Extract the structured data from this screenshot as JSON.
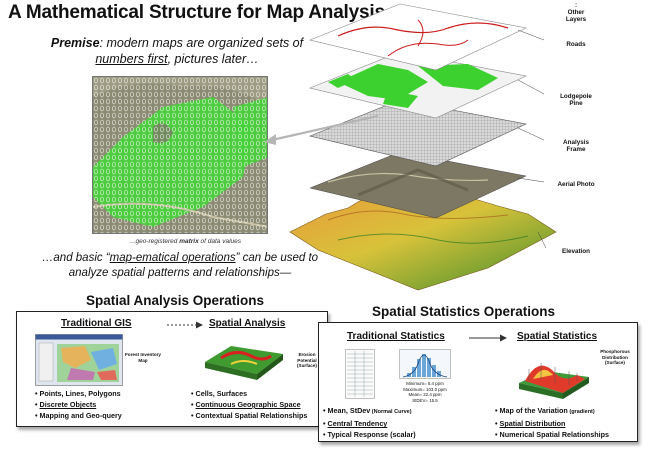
{
  "title": "A Mathematical Structure for Map Analysis",
  "premise": {
    "lead": "Premise",
    "line1_rest": ": modern maps are organized sets of",
    "line2_u": "numbers first",
    "line2_rest": ", pictures later…"
  },
  "matrix_caption": {
    "pre": "…geo-registered ",
    "bold": "matrix",
    "post": " of data values"
  },
  "basic": {
    "line1_a": "…and basic “",
    "line1_u": "map-ematical operations",
    "line1_b": "” can be used to",
    "line2": "analyze spatial patterns and relationships—"
  },
  "layers": {
    "other": [
      ":",
      "Other",
      "Layers"
    ],
    "roads": [
      "Roads"
    ],
    "lodgepole": [
      "Lodgepole",
      "Pine"
    ],
    "frame": [
      "Analysis",
      "Frame"
    ],
    "photo": [
      "Aerial Photo"
    ],
    "elevation": [
      "Elevation"
    ]
  },
  "spatial_analysis_ops": {
    "heading": "Spatial Analysis Operations",
    "left": {
      "heading": "Traditional GIS",
      "thumb_caption": [
        "Forest Inventory",
        "Map"
      ],
      "bullets": [
        {
          "text": "Points, Lines, Polygons",
          "underline": false
        },
        {
          "text": "Discrete Objects",
          "underline": true
        },
        {
          "text": "Mapping and Geo-query",
          "underline": false
        }
      ]
    },
    "right": {
      "heading": "Spatial Analysis",
      "thumb_caption": [
        "Erosion",
        "Potential",
        "(Surface)"
      ],
      "bullets": [
        {
          "text": "Cells, Surfaces",
          "underline": false
        },
        {
          "text": "Continuous Geographic Space",
          "underline": true
        },
        {
          "text": "Contextual Spatial Relationships",
          "underline": false
        }
      ]
    }
  },
  "spatial_stats_ops": {
    "heading": "Spatial Statistics Operations",
    "left": {
      "heading": "Traditional Statistics",
      "stats_lines": [
        "Minimum= 5.4 ppm",
        "Maximum= 103.0 ppm",
        "Mean= 22.4 ppm",
        "StDEV= 15.5"
      ],
      "bullets": [
        {
          "text": "Mean, StDev",
          "extra": " (Normal Curve)",
          "underline": false
        },
        {
          "text": "Central Tendency",
          "extra": "",
          "underline": true
        },
        {
          "text": "Typical Response (scalar)",
          "extra": "",
          "underline": false
        }
      ]
    },
    "right": {
      "heading": "Spatial Statistics",
      "thumb_caption": [
        "Phosphorous",
        "Distribution",
        "(Surface)"
      ],
      "bullets": [
        {
          "text": "Map of the Variation",
          "extra": " (gradient)",
          "underline": false
        },
        {
          "text": "Spatial Distribution",
          "extra": "",
          "underline": true
        },
        {
          "text": "Numerical Spatial Relationships",
          "extra": "",
          "underline": false
        }
      ]
    }
  },
  "bullet_char": "•",
  "colors": {
    "green": "#3cd12e",
    "road_red": "#cc1a1a",
    "terrain_orange": "#d9822b",
    "terrain_green": "#3f8f2a",
    "photo": "#7a7560"
  }
}
